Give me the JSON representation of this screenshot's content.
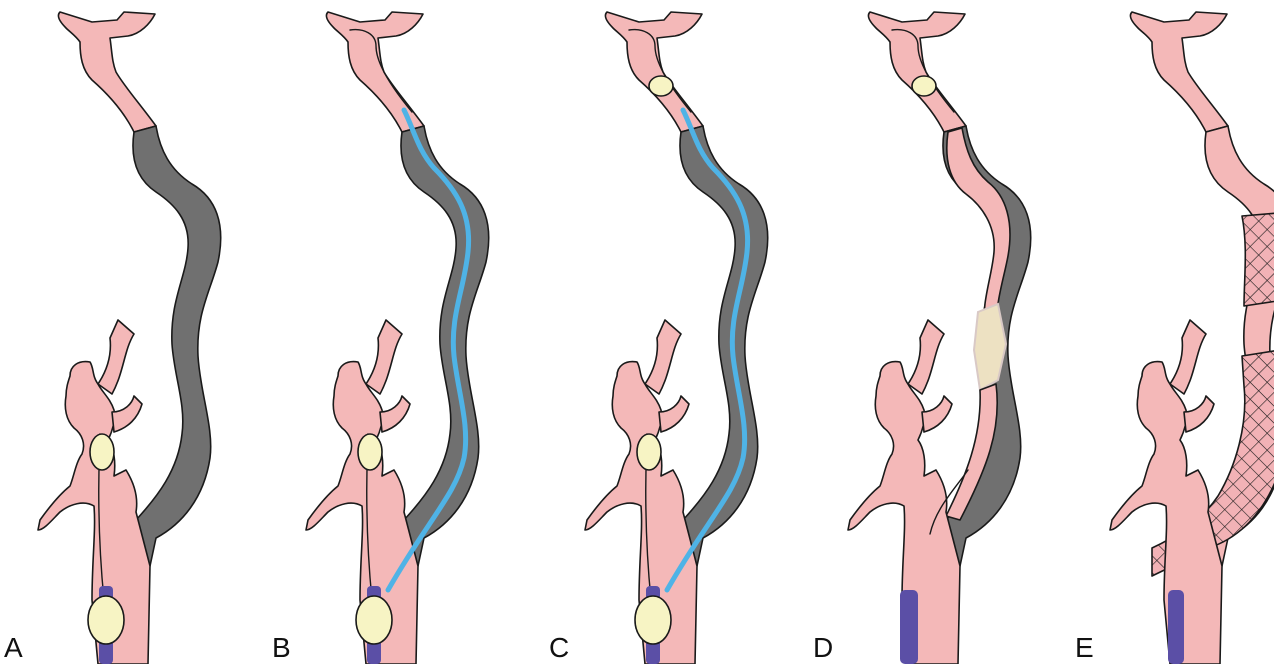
{
  "panels": [
    {
      "label": "A"
    },
    {
      "label": "B"
    },
    {
      "label": "C"
    },
    {
      "label": "D"
    },
    {
      "label": "E"
    }
  ],
  "colors": {
    "vessel": "#f4b8b8",
    "occlusion": "#707070",
    "guidewire": "#4fb3e6",
    "balloon": "#f7f4c4",
    "sheath": "#5b4fa6",
    "thrombus": "#ede1c2",
    "stent_mesh": "#f2b2b6",
    "outline": "#1a1a1a"
  },
  "icons": [
    "vessel-diagram",
    "balloon-icon",
    "guidewire-icon",
    "sheath-icon",
    "stent-mesh-icon"
  ]
}
